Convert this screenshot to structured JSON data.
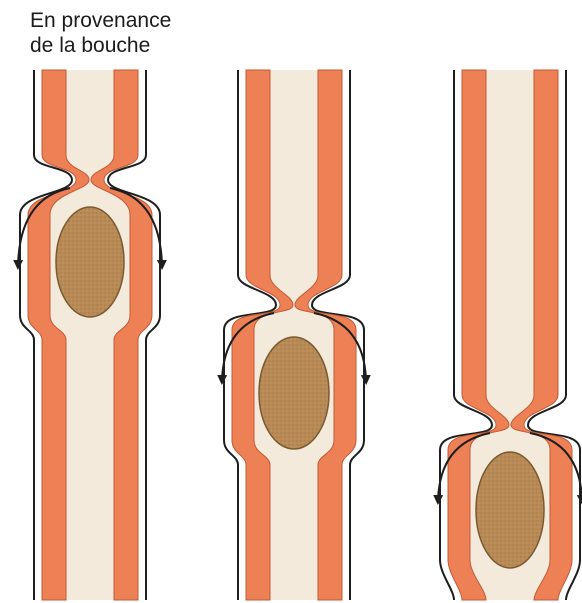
{
  "caption": {
    "line1": "En provenance",
    "line2": "de la bouche"
  },
  "colors": {
    "muscle_wall": "#EE8055",
    "wall_edge": "#C05A35",
    "lumen": "#F3EADC",
    "food_bolus": "#B88A56",
    "bolus_edge": "#7A5A30",
    "outline": "#1E1E1E"
  },
  "stages": [
    {
      "name": "stage-1"
    },
    {
      "name": "stage-2"
    },
    {
      "name": "stage-3"
    }
  ]
}
